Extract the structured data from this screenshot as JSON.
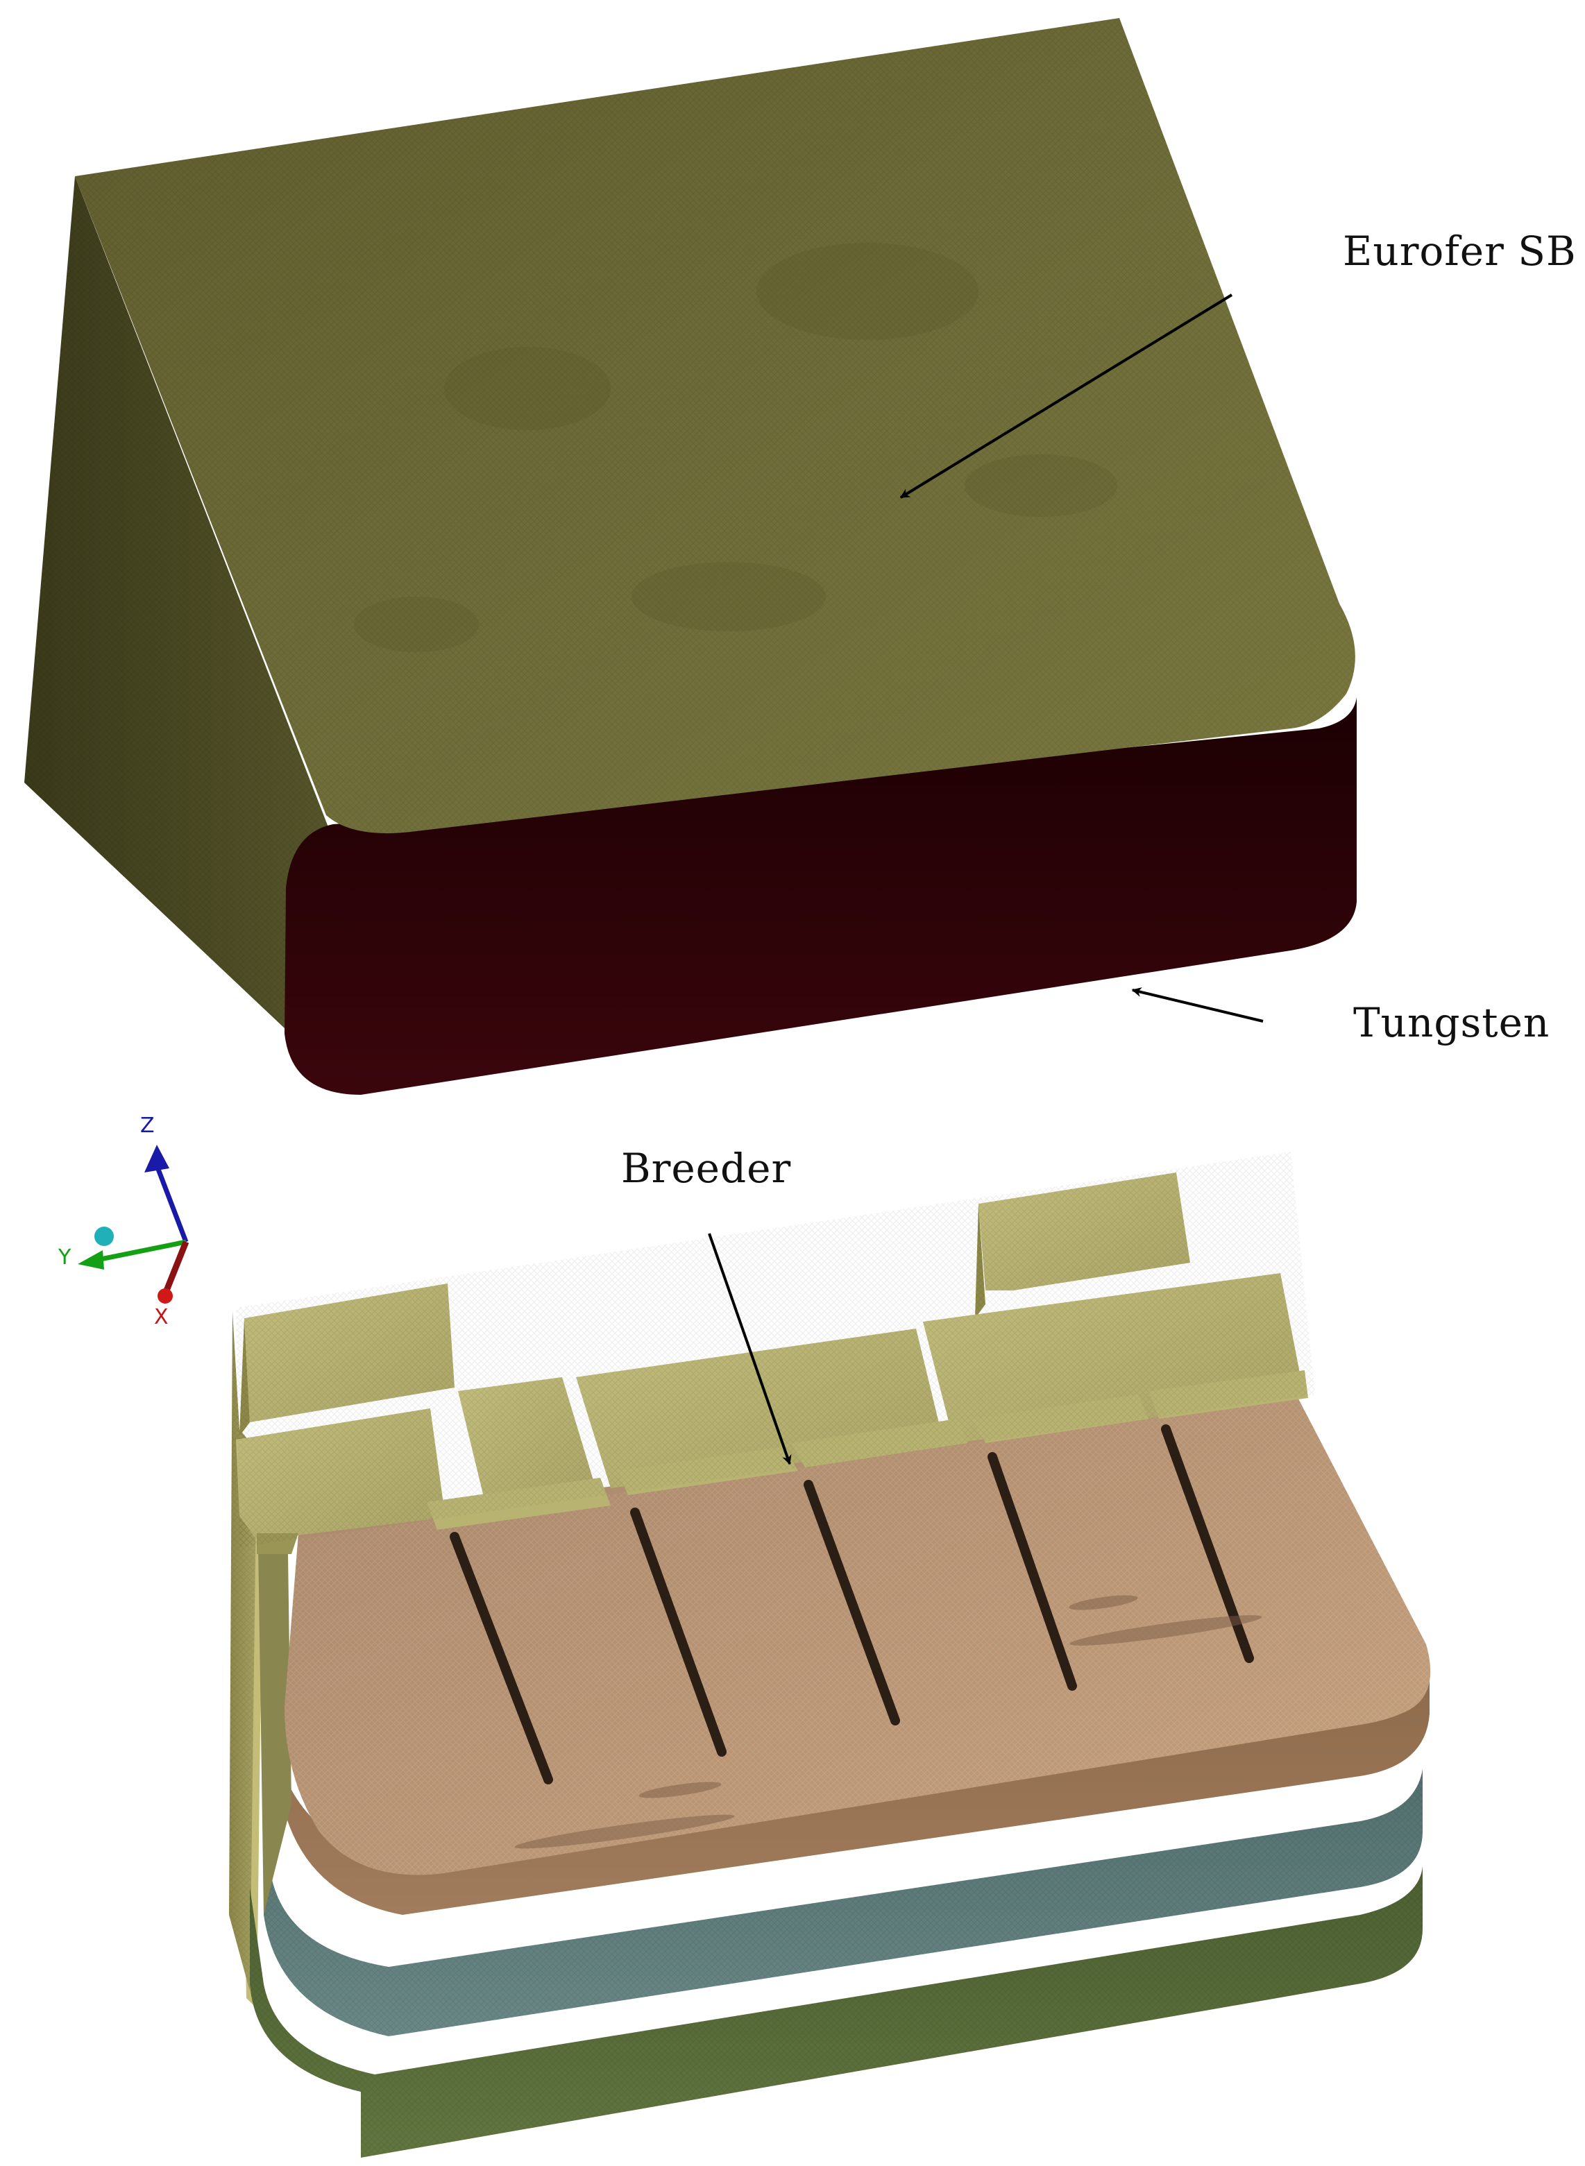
{
  "labels": {
    "eurofer": "Eurofer SB",
    "tungsten": "Tungsten",
    "breeder": "Breeder"
  },
  "triad": {
    "z": "Z",
    "y": "Y",
    "x": "X"
  },
  "colors": {
    "eurofer": "#6b6a35",
    "tungsten": "#2a0206",
    "breeder": "#b89472",
    "block": "#b8b371",
    "slab_blue": "#5b7a78",
    "slab_green": "#566a3a",
    "axis_z": "#1a1aa8",
    "axis_y": "#14a014",
    "axis_x": "#c01818",
    "axis_ball": "#20b0b8"
  }
}
